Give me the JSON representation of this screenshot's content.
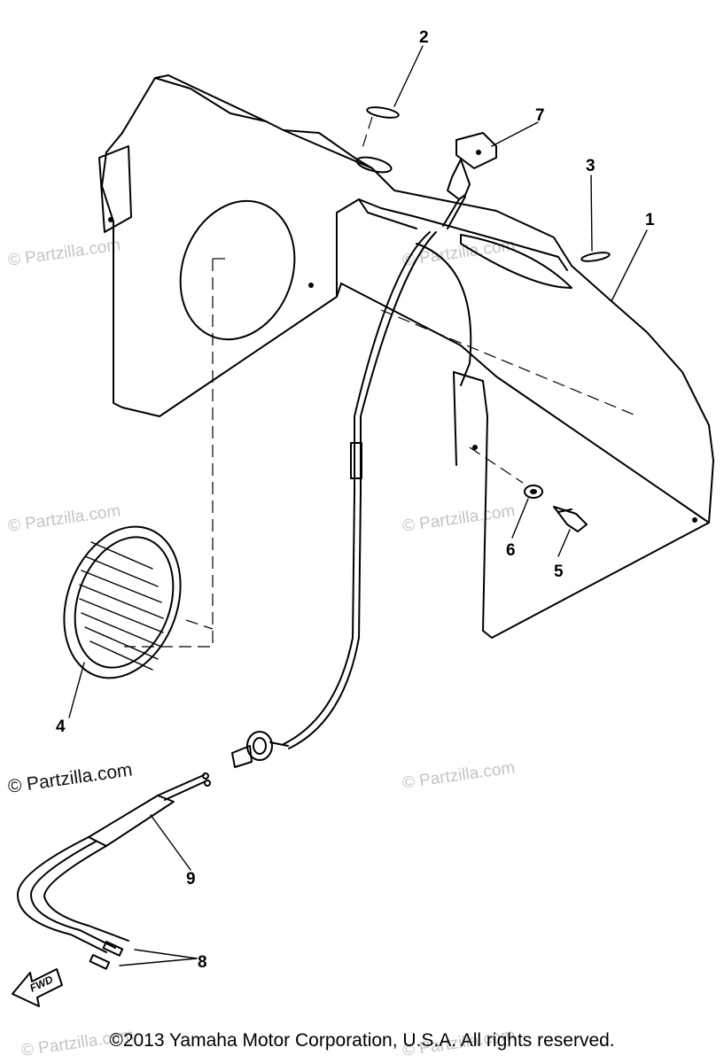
{
  "diagram": {
    "callouts": [
      {
        "id": "1",
        "label": "1"
      },
      {
        "id": "2",
        "label": "2"
      },
      {
        "id": "3",
        "label": "3"
      },
      {
        "id": "4",
        "label": "4"
      },
      {
        "id": "5",
        "label": "5"
      },
      {
        "id": "6",
        "label": "6"
      },
      {
        "id": "7",
        "label": "7"
      },
      {
        "id": "8",
        "label": "8"
      },
      {
        "id": "9",
        "label": "9"
      }
    ],
    "fwd_label": "FWD"
  },
  "watermarks": {
    "text": "© Partzilla.com",
    "prominent_text": "© Partzilla.com"
  },
  "footer": {
    "copyright": "©2013 Yamaha Motor Corporation, U.S.A. All rights reserved."
  },
  "colors": {
    "line": "#000000",
    "watermark": "#c4c4c4",
    "background": "#ffffff"
  }
}
